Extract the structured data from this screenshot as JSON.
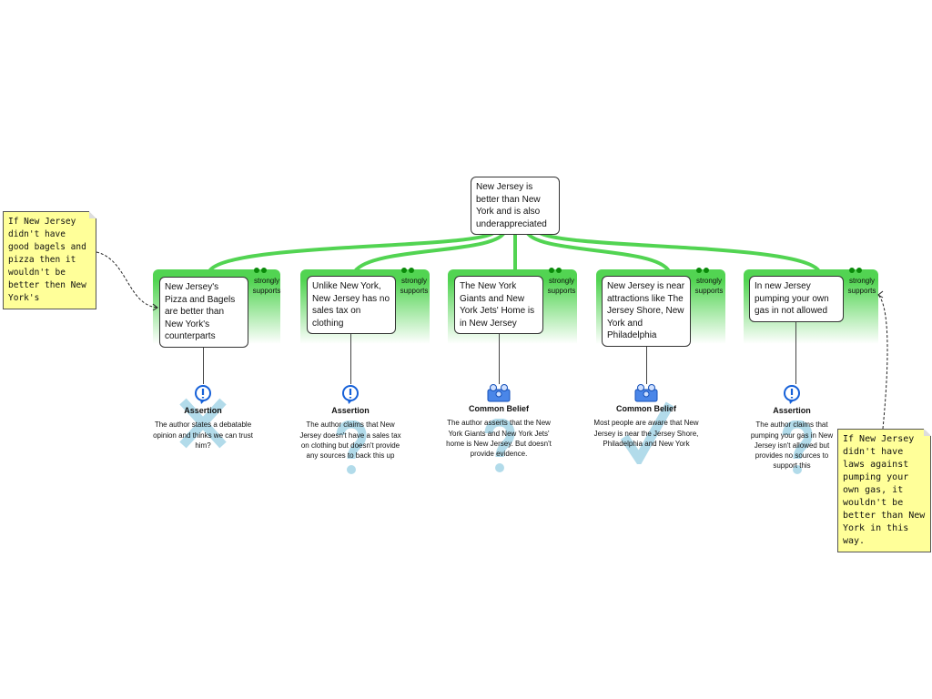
{
  "root": {
    "text": "New Jersey is better than New York and is also underappreciated"
  },
  "reasons": [
    {
      "text": "New Jersey's Pizza and Bagels are better than New York's counterparts",
      "strength": "strongly supports",
      "evidence": {
        "type": "Assertion",
        "icon": "assertion-icon",
        "description": "The author states a debatable opinion and thinks we can trust him?",
        "evaluation": "cross"
      }
    },
    {
      "text": "Unlike New York, New Jersey has no sales tax on clothing",
      "strength": "strongly supports",
      "evidence": {
        "type": "Assertion",
        "icon": "assertion-icon",
        "description": "The author claims that New Jersey doesn't have a sales tax on clothing but doesn't provide any sources to back this up",
        "evaluation": "question"
      }
    },
    {
      "text": "The New York Giants and New York Jets' Home is in New Jersey",
      "strength": "strongly supports",
      "evidence": {
        "type": "Common Belief",
        "icon": "common-belief-icon",
        "description": "The author asserts that the New York Giants and New York Jets' home is New Jersey. But doesn't provide evidence.",
        "evaluation": "question"
      }
    },
    {
      "text": "New Jersey is near attractions like The Jersey Shore, New York and Philadelphia",
      "strength": "strongly supports",
      "evidence": {
        "type": "Common Belief",
        "icon": "common-belief-icon",
        "description": "Most people are aware that New Jersey is near the Jersey Shore, Philadelphia and New York",
        "evaluation": "check"
      }
    },
    {
      "text": "In new Jersey pumping your own gas in not allowed",
      "strength": "strongly supports",
      "evidence": {
        "type": "Assertion",
        "icon": "assertion-icon",
        "description": "The author claims that pumping your gas in New Jersey isn't allowed but provides no sources to support this",
        "evaluation": "question"
      }
    }
  ],
  "notes": [
    {
      "text": "If New Jersey didn't have good bagels and pizza then it wouldn't be better then New York's"
    },
    {
      "text": "If New Jersey didn't have laws against pumping your own gas, it wouldn't be better than New York in this way."
    }
  ],
  "colors": {
    "support": "#52d452",
    "dots": "#0a8a0a",
    "mark": "#9fd3e6",
    "note": "#ffff99"
  }
}
